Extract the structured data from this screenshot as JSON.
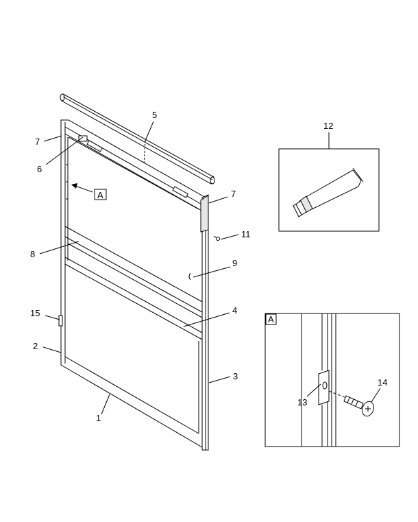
{
  "diagram": {
    "callouts": {
      "c1": "1",
      "c2": "2",
      "c3": "3",
      "c4": "4",
      "c5": "5",
      "c6": "6",
      "c7a": "7",
      "c7b": "7",
      "c8": "8",
      "c9": "9",
      "c11": "11",
      "c12": "12",
      "c13": "13",
      "c14": "14",
      "c15": "15"
    },
    "view_ref": "A",
    "inset_label": "A"
  }
}
